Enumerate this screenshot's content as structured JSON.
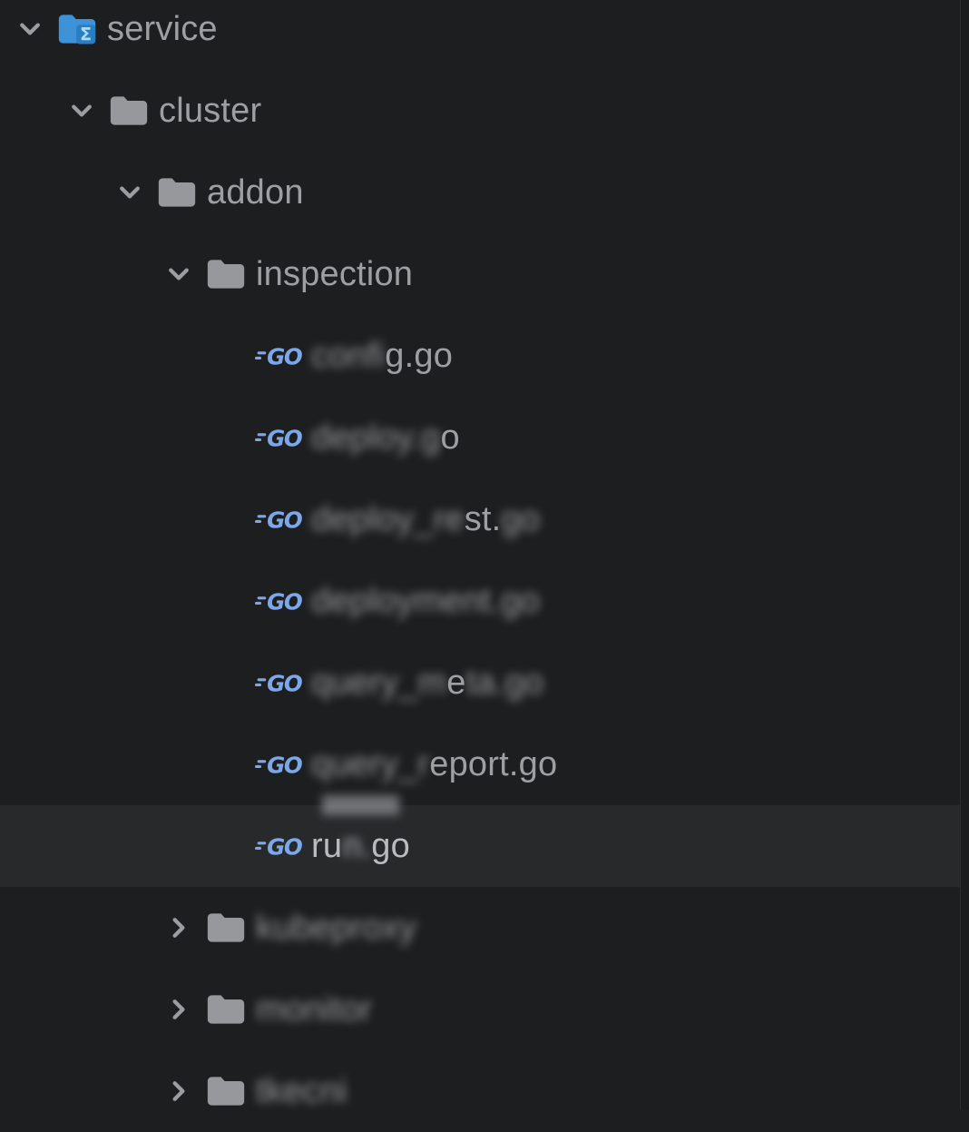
{
  "panel": {
    "type": "ide-file-explorer",
    "theme": "dark"
  },
  "colors": {
    "background": "#1d1e1f",
    "selected_row": "#28292b",
    "label": "#9da0a3",
    "label_selected": "#b9bbbe",
    "chevron": "#9b9ea1",
    "folder_gray": "#96989b",
    "service_folder_blue": "#3e92d8",
    "service_badge_blue": "#2c7cc2",
    "service_sigma_light_blue": "#a8dcf8",
    "go_icon_blue": "#7ea7e8"
  },
  "icons": {
    "expanded": "chevron-down-icon",
    "collapsed": "chevron-right-icon",
    "folder": "folder-icon",
    "service_root": "folder-sigma-icon",
    "go_file": "go-logo-icon"
  },
  "tree": {
    "items": [
      {
        "id": "service",
        "level": 0,
        "kind": "folder-service",
        "expanded": true,
        "selected": false,
        "segments": [
          {
            "text": "service",
            "censored": false
          }
        ]
      },
      {
        "id": "cluster",
        "level": 1,
        "kind": "folder",
        "expanded": true,
        "selected": false,
        "segments": [
          {
            "text": "cluster",
            "censored": false
          }
        ]
      },
      {
        "id": "addon",
        "level": 2,
        "kind": "folder",
        "expanded": true,
        "selected": false,
        "segments": [
          {
            "text": "addon",
            "censored": false
          }
        ]
      },
      {
        "id": "inspection",
        "level": 3,
        "kind": "folder",
        "expanded": true,
        "selected": false,
        "segments": [
          {
            "text": "inspection",
            "censored": false
          }
        ]
      },
      {
        "id": "config.go",
        "level": 4,
        "kind": "go-file",
        "selected": false,
        "segments": [
          {
            "text": "confi",
            "censored": true
          },
          {
            "text": "g.go",
            "censored": false
          }
        ]
      },
      {
        "id": "deploy.go",
        "level": 4,
        "kind": "go-file",
        "selected": false,
        "segments": [
          {
            "text": "deploy.g",
            "censored": true
          },
          {
            "text": "o",
            "censored": false
          }
        ]
      },
      {
        "id": "deploy_rest.go",
        "level": 4,
        "kind": "go-file",
        "selected": false,
        "segments": [
          {
            "text": "deploy_re",
            "censored": true
          },
          {
            "text": "st.",
            "censored": false
          },
          {
            "text": "go",
            "censored": true
          }
        ]
      },
      {
        "id": "deployment.go",
        "level": 4,
        "kind": "go-file",
        "selected": false,
        "segments": [
          {
            "text": "deployment.go",
            "censored": true
          }
        ]
      },
      {
        "id": "query_meta.go",
        "level": 4,
        "kind": "go-file",
        "selected": false,
        "segments": [
          {
            "text": "query_m",
            "censored": true
          },
          {
            "text": "e",
            "censored": false
          },
          {
            "text": "ta.go",
            "censored": true
          }
        ]
      },
      {
        "id": "query_report.go",
        "level": 4,
        "kind": "go-file",
        "selected": false,
        "segments": [
          {
            "text": "query_r",
            "censored": true
          },
          {
            "text": "eport.go",
            "censored": false
          }
        ]
      },
      {
        "id": "run.go",
        "level": 4,
        "kind": "go-file",
        "selected": true,
        "segments": [
          {
            "text": "ru",
            "censored": false
          },
          {
            "text": "n.",
            "censored": true
          },
          {
            "text": "go",
            "censored": false
          }
        ]
      },
      {
        "id": "kubeproxy",
        "level": 3,
        "kind": "folder",
        "expanded": false,
        "selected": false,
        "segments": [
          {
            "text": "kubeproxy",
            "censored": true
          }
        ]
      },
      {
        "id": "monitor",
        "level": 3,
        "kind": "folder",
        "expanded": false,
        "selected": false,
        "segments": [
          {
            "text": "monitor",
            "censored": true
          }
        ]
      },
      {
        "id": "tkecni",
        "level": 3,
        "kind": "folder",
        "expanded": false,
        "selected": false,
        "segments": [
          {
            "text": "tkecni",
            "censored": true
          }
        ]
      }
    ]
  }
}
